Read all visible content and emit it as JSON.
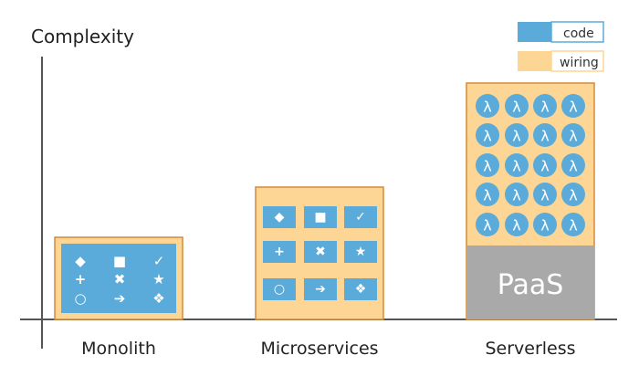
{
  "y_axis_label": "Complexity",
  "colors": {
    "code": "#5aabd9",
    "wiring": "#fdd595",
    "wiring_border": "#d48a3a",
    "paas": "#a9a9a9",
    "axis": "#555555"
  },
  "legend": {
    "code": "code",
    "wiring": "wiring"
  },
  "categories": {
    "monolith": "Monolith",
    "microservices": "Microservices",
    "serverless": "Serverless"
  },
  "glyph_icons": [
    "diamond-icon",
    "square-icon",
    "check-icon",
    "plus-icon",
    "cross-icon",
    "star-icon",
    "circle-icon",
    "arrow-right-icon",
    "four-diamonds-icon"
  ],
  "glyphs": [
    "◆",
    "■",
    "✓",
    "+",
    "✖",
    "★",
    "○",
    "➔",
    "❖"
  ],
  "lambda_symbol": "λ",
  "paas_label": "PaaS"
}
